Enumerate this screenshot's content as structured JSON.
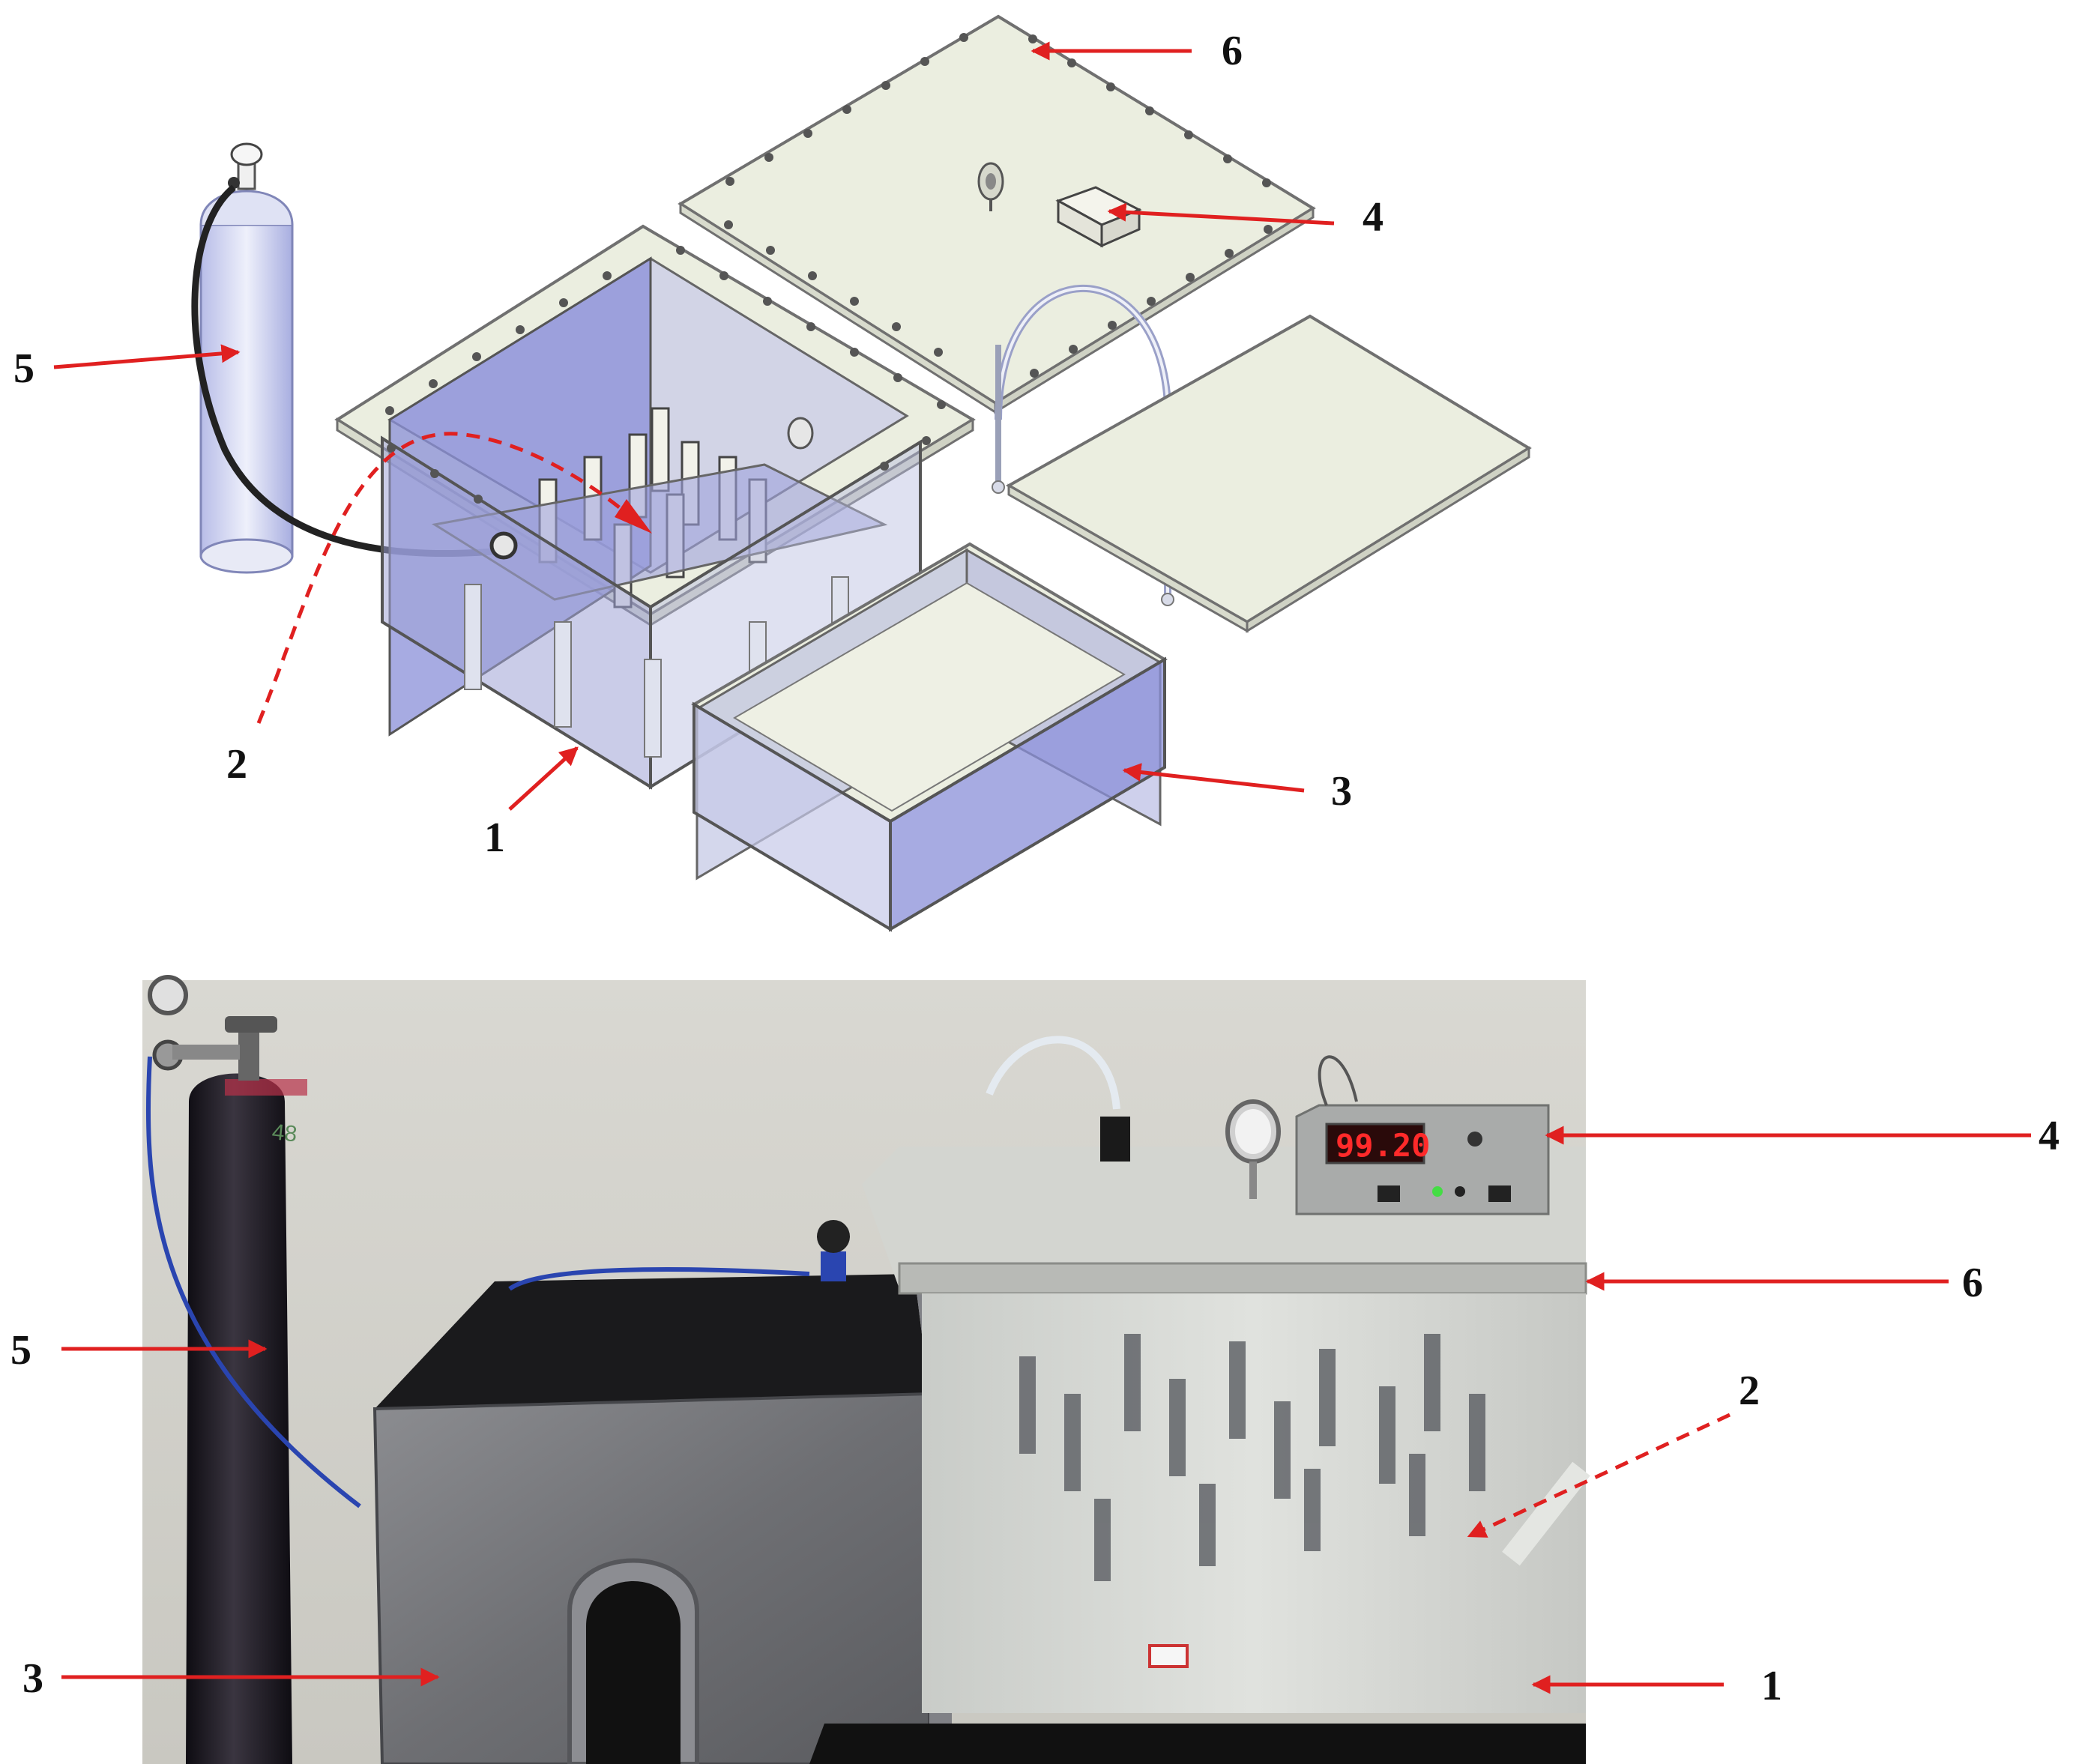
{
  "colors": {
    "arrow": "#e02020",
    "acrylic_blue": "#8a8fd8",
    "acrylic_light": "#e4e8dc",
    "photo_wall": "#d6d5cf",
    "cylinder_dark": "#1e1b24",
    "display_red": "#ff2a2a"
  },
  "drawing": {
    "labels": {
      "l1": "1",
      "l2": "2",
      "l3": "3",
      "l4": "4",
      "l5": "5",
      "l6": "6"
    }
  },
  "photo": {
    "labels": {
      "l1": "1",
      "l2": "2",
      "l3": "3",
      "l4": "4",
      "l5": "5",
      "l6": "6"
    },
    "display_reading": "99.20",
    "cylinder_marking": "48"
  }
}
